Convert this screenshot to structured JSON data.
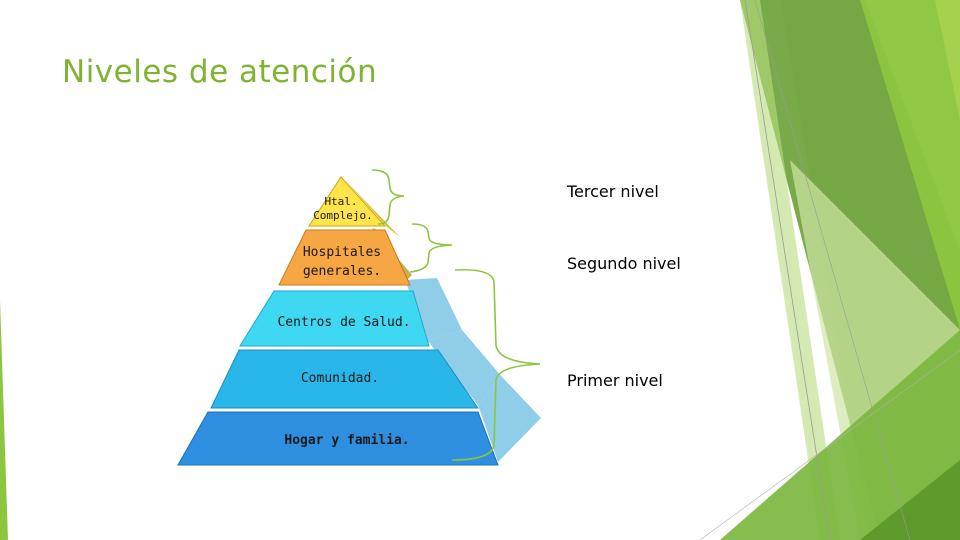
{
  "slide": {
    "title": "Niveles de atención"
  },
  "pyramid": {
    "tiers": [
      {
        "lines": [
          "Htal.",
          "Complejo."
        ],
        "color": "#ffe44a"
      },
      {
        "lines": [
          "Hospitales",
          "generales."
        ],
        "color": "#f7a644"
      },
      {
        "lines": [
          "Centros de Salud."
        ],
        "color": "#3ed8f2"
      },
      {
        "lines": [
          "Comunidad."
        ],
        "color": "#29b7ea"
      },
      {
        "lines": [
          "Hogar y familia."
        ],
        "color": "#2e8fe0"
      }
    ]
  },
  "levels": [
    {
      "label": "Tercer nivel"
    },
    {
      "label": "Segundo nivel"
    },
    {
      "label": "Primer nivel"
    }
  ],
  "theme": {
    "accent": "#7fb332",
    "bracket": "#8cc63f"
  }
}
